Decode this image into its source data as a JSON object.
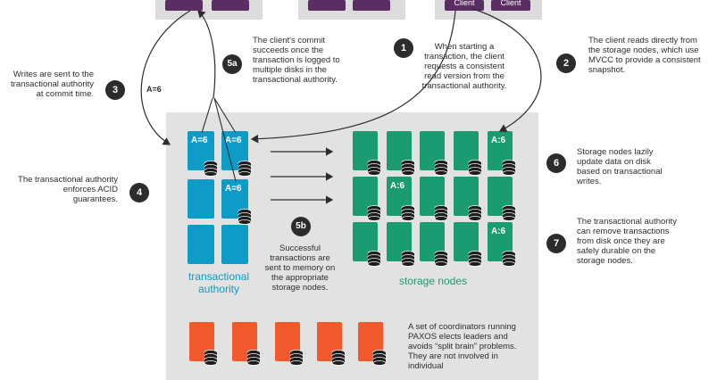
{
  "clients": {
    "label_1": "Client",
    "label_2": "Client"
  },
  "badges": {
    "b1": "1",
    "b2": "2",
    "b3": "3",
    "b4": "4",
    "b5a": "5a",
    "b5b": "5b",
    "b6": "6",
    "b7": "7"
  },
  "notes": {
    "n1": "When starting a transaction, the client requests a consistent read version from the transactional authority.",
    "n2": "The client reads directly from the storage nodes, which use MVCC to provide a consistent snapshot.",
    "n3": "Writes are sent to the transactional authority at commit time.",
    "n3_value": "A=6",
    "n4": "The transactional authority enforces ACID guarantees.",
    "n5a": "The client's commit succeeds once the transaction is logged to multiple disks in the transactional authority.",
    "n5b": "Successful transactions are sent to memory on the appropriate storage nodes.",
    "n6": "Storage nodes lazily update data on disk based on transactional writes.",
    "n7": "The transactional authority can remove transactions from disk once they are safely durable on the storage nodes.",
    "n8": "A set of coordinators running PAXOS elects leaders and avoids “split brain” problems. They are not involved in individual"
  },
  "labels": {
    "transactional_authority": "transactional authority",
    "storage_nodes": "storage nodes"
  },
  "cells": {
    "ta_a": "A=6",
    "ta_b": "A=6",
    "ta_c": "A=6",
    "sn_a": "A:6",
    "sn_b": "A:6",
    "sn_c": "A:6"
  },
  "colors": {
    "transactional_authority": "#0e9cc7",
    "storage_nodes": "#1a9b72",
    "coordinators": "#f05a2c",
    "client": "#5a2d63"
  }
}
